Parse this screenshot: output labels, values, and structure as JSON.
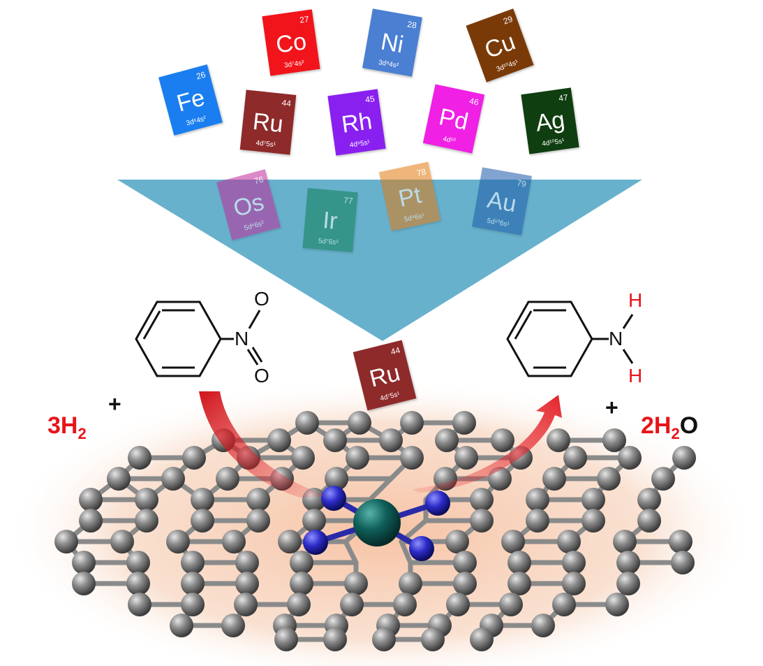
{
  "elements_top": [
    {
      "symbol": "Fe",
      "number": "26",
      "config": "3d⁶4s²",
      "color": "#1a7ef0"
    },
    {
      "symbol": "Co",
      "number": "27",
      "config": "3d⁷4s²",
      "color": "#f2141b"
    },
    {
      "symbol": "Ni",
      "number": "28",
      "config": "3d⁸4s²",
      "color": "#4a7fd2"
    },
    {
      "symbol": "Cu",
      "number": "29",
      "config": "3d¹⁰4s¹",
      "color": "#7a3a08"
    },
    {
      "symbol": "Ru",
      "number": "44",
      "config": "4d⁷5s¹",
      "color": "#8e2a2a"
    },
    {
      "symbol": "Rh",
      "number": "45",
      "config": "4d⁸5s¹",
      "color": "#8a20f0"
    },
    {
      "symbol": "Pd",
      "number": "46",
      "config": "4d¹⁰",
      "color": "#f020e4"
    },
    {
      "symbol": "Ag",
      "number": "47",
      "config": "4d¹⁰5s¹",
      "color": "#0f3e10"
    }
  ],
  "elements_filter": [
    {
      "symbol": "Os",
      "number": "76",
      "config": "5d⁶6s²",
      "color": "#c02a9a"
    },
    {
      "symbol": "Ir",
      "number": "77",
      "config": "5d⁷6s²",
      "color": "#0d7f55"
    },
    {
      "symbol": "Pt",
      "number": "78",
      "config": "5d⁹6s¹",
      "color": "#e27a10"
    },
    {
      "symbol": "Au",
      "number": "79",
      "config": "5d¹⁰6s¹",
      "color": "#1a5aa8"
    }
  ],
  "selected": {
    "symbol": "Ru",
    "number": "44",
    "config": "4d⁷5s¹",
    "color": "#8e2a2a"
  },
  "reaction": {
    "reactant_h2_coef": "3",
    "reactant_h2": "H",
    "reactant_h2_sub": "2",
    "plus": "+",
    "product_water_coef": "2",
    "product_water_h": "H",
    "product_water_sub": "2",
    "product_water_o": "O"
  },
  "nitro_atoms": {
    "n": "N",
    "o1": "O",
    "o2": "O"
  },
  "amine_atoms": {
    "n": "N",
    "h1": "H",
    "h2": "H"
  },
  "colors": {
    "funnel": "#3e9bbf",
    "glow": "#f3c9ae",
    "carbon": "#8a8a8a",
    "nitrogen": "#2c2cc8",
    "metal": "#0f5f5a",
    "arrow": "#e4242a",
    "label_red": "#e8141b"
  }
}
